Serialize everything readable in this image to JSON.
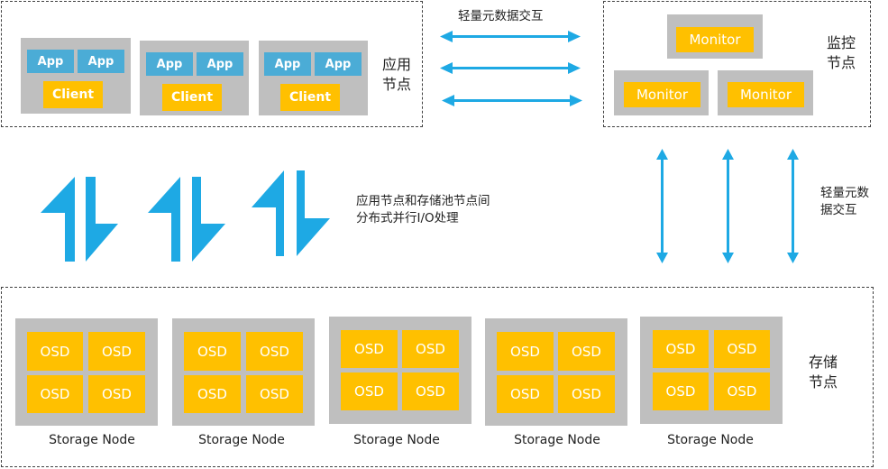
{
  "app_section": {
    "label_line1": "应用",
    "label_line2": "节点",
    "app_nodes": [
      {
        "apps": [
          "App",
          "App"
        ],
        "client": "Client"
      },
      {
        "apps": [
          "App",
          "App"
        ],
        "client": "Client"
      },
      {
        "apps": [
          "App",
          "App"
        ],
        "client": "Client"
      }
    ]
  },
  "horizontal_link": {
    "label": "轻量元数据交互",
    "arrow_count": 3
  },
  "monitor_section": {
    "label_line1": "监控",
    "label_line2": "节点",
    "monitors": [
      "Monitor",
      "Monitor",
      "Monitor"
    ]
  },
  "io_section": {
    "label_line1": "应用节点和存储池节点间",
    "label_line2": "分布式并行I/O处理",
    "arrow_count": 3
  },
  "vertical_link": {
    "label_line1": "轻量元数",
    "label_line2": "据交互",
    "arrow_count": 3
  },
  "storage_section": {
    "label_line1": "存储",
    "label_line2": "节点",
    "nodes": [
      {
        "name": "Storage Node",
        "osds": [
          "OSD",
          "OSD",
          "OSD",
          "OSD"
        ]
      },
      {
        "name": "Storage Node",
        "osds": [
          "OSD",
          "OSD",
          "OSD",
          "OSD"
        ]
      },
      {
        "name": "Storage Node",
        "osds": [
          "OSD",
          "OSD",
          "OSD",
          "OSD"
        ]
      },
      {
        "name": "Storage Node",
        "osds": [
          "OSD",
          "OSD",
          "OSD",
          "OSD"
        ]
      },
      {
        "name": "Storage Node",
        "osds": [
          "OSD",
          "OSD",
          "OSD",
          "OSD"
        ]
      }
    ]
  },
  "colors": {
    "app": "#4bacd6",
    "component": "#ffc000",
    "container": "#bfbfbf",
    "arrow": "#1ea9e4"
  }
}
